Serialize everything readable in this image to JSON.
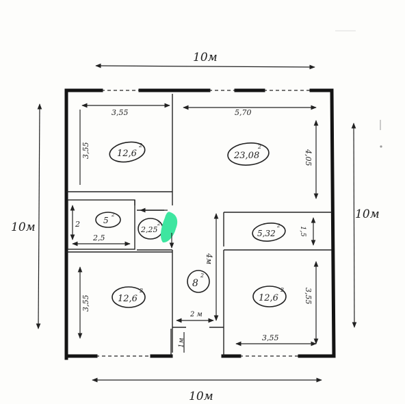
{
  "overall": {
    "top": "10м",
    "bottom": "10м",
    "left": "10м",
    "right": "10м"
  },
  "rooms": {
    "top_left": {
      "area": "12,6",
      "w": "3,55",
      "h": "3,55"
    },
    "living": {
      "area": "23,08",
      "w": "5,70",
      "h": "4,05"
    },
    "storage": {
      "area": "5",
      "w": "2,5",
      "h": "2"
    },
    "hall_small": {
      "area": "2,25"
    },
    "bath": {
      "area": "5,32",
      "h": "1,5"
    },
    "corridor": {
      "area": "8",
      "h": "4м",
      "w": "2 м",
      "entry": "1м"
    },
    "bottom_left": {
      "area": "12,6",
      "h": "3,55"
    },
    "bottom_right": {
      "area": "12,6",
      "w": "3,55",
      "h": "3,55"
    }
  },
  "superscript": "2",
  "colors": {
    "ink": "#141414",
    "marker": "#3ee6a0",
    "paper": "#fdfdfb"
  }
}
